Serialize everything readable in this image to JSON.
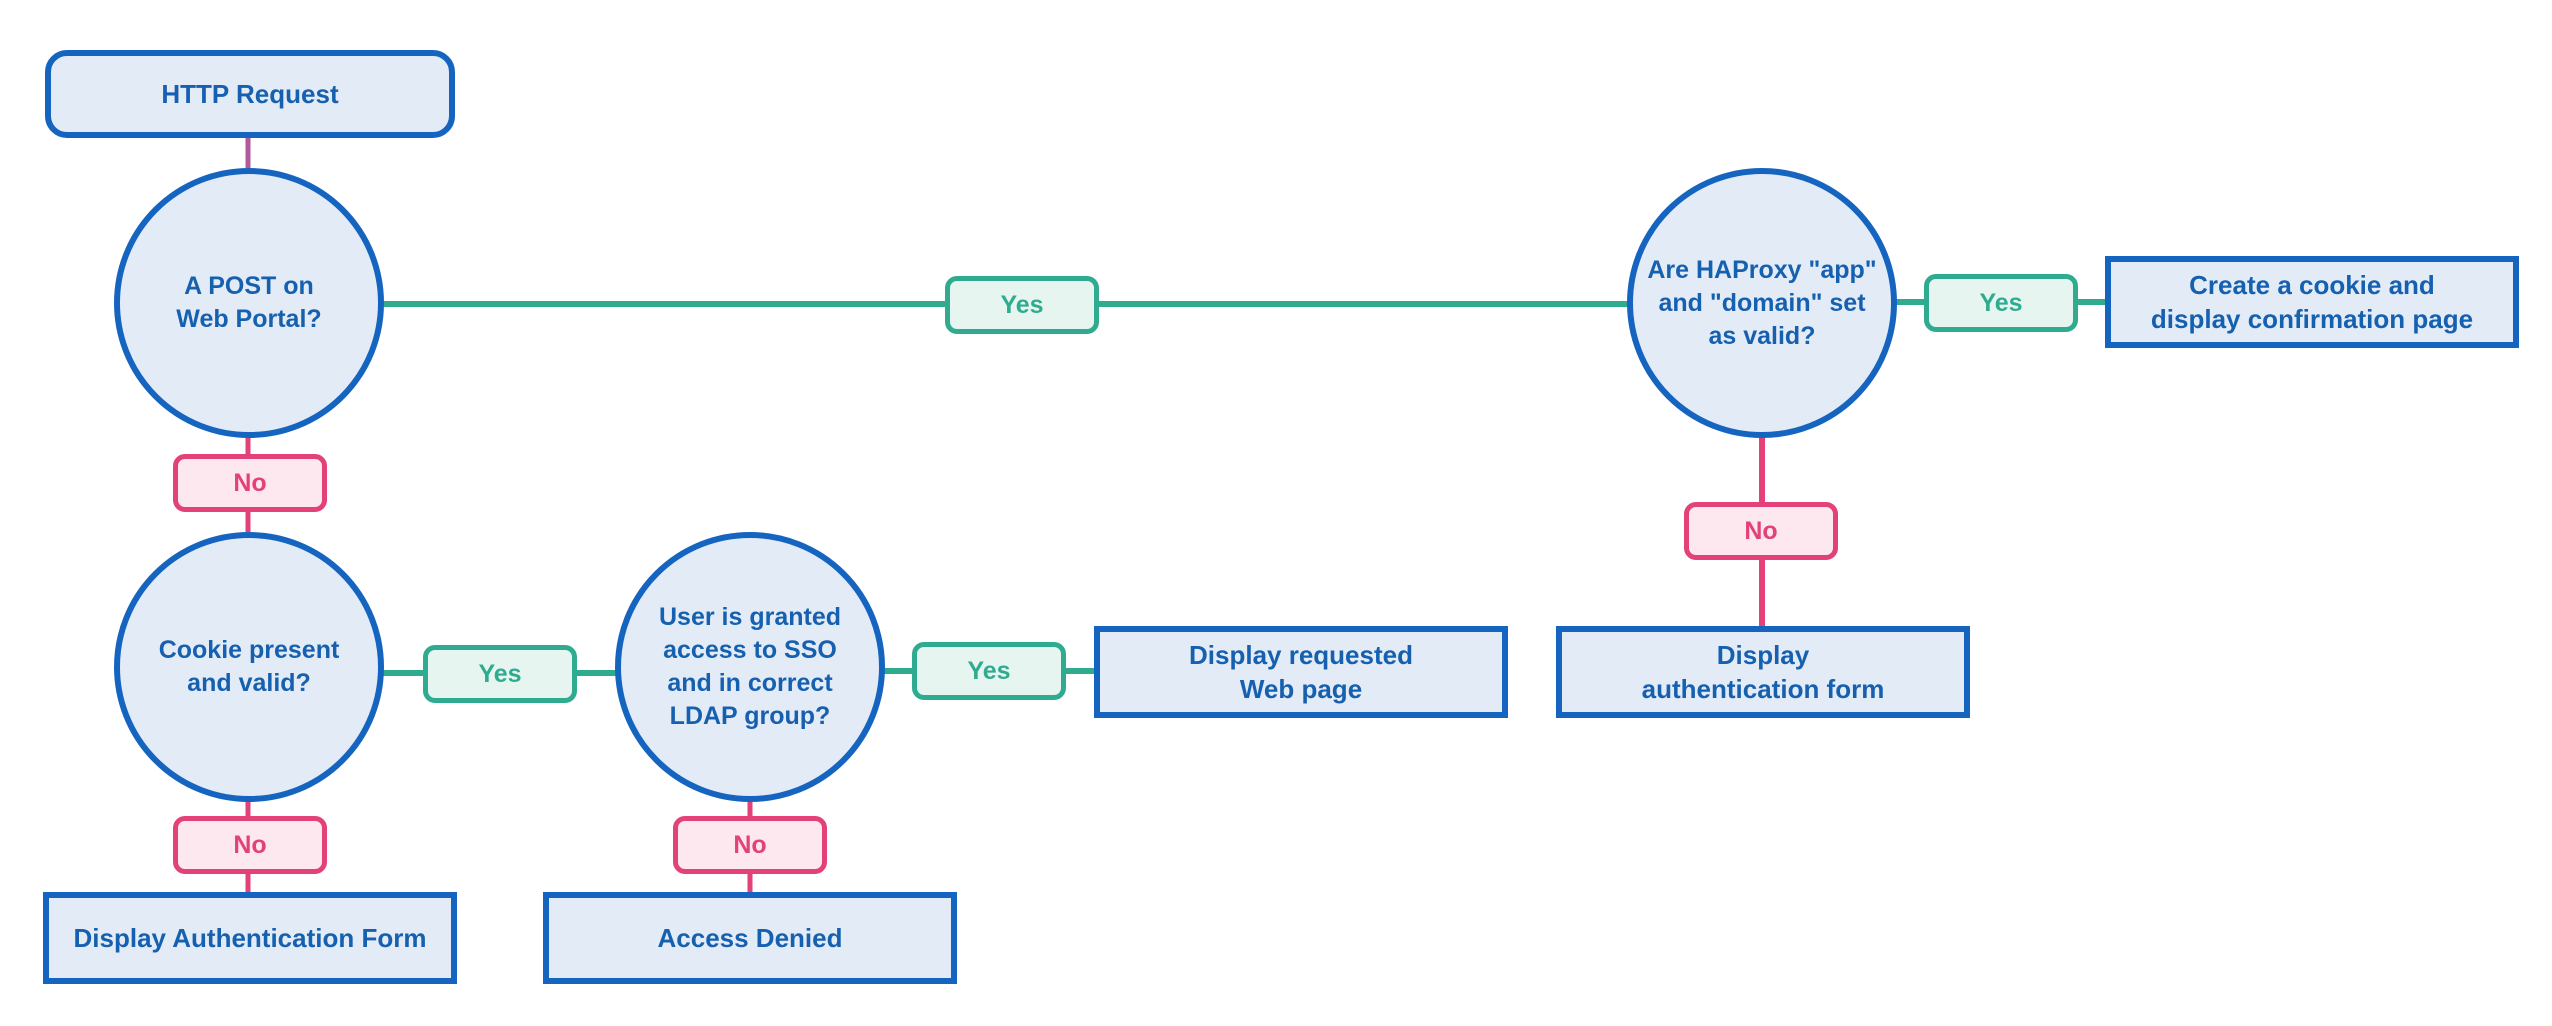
{
  "diagram": {
    "nodes": {
      "http_request": "HTTP Request",
      "post_on_portal": "A POST on\nWeb Portal?",
      "haproxy_valid": "Are HAProxy \"app\"\nand \"domain\" set\nas valid?",
      "create_cookie": "Create a cookie and\ndisplay confirmation page",
      "cookie_valid": "Cookie present\nand valid?",
      "user_granted": "User is granted\naccess to SSO\nand in correct\nLDAP group?",
      "display_requested": "Display requested\nWeb page",
      "display_auth_form_right": "Display\nauthentication form",
      "display_auth_form_left": "Display Authentication Form",
      "access_denied": "Access Denied"
    },
    "labels": {
      "yes": "Yes",
      "no": "No"
    },
    "colors": {
      "node_border": "#1565c0",
      "node_fill": "#e3ebf7",
      "node_text": "#1660b0",
      "yes": "#2fab90",
      "yes_fill": "#e6f5f0",
      "no": "#e2417a",
      "no_fill": "#fde8ef",
      "start_connector": "#b05a9c"
    }
  }
}
